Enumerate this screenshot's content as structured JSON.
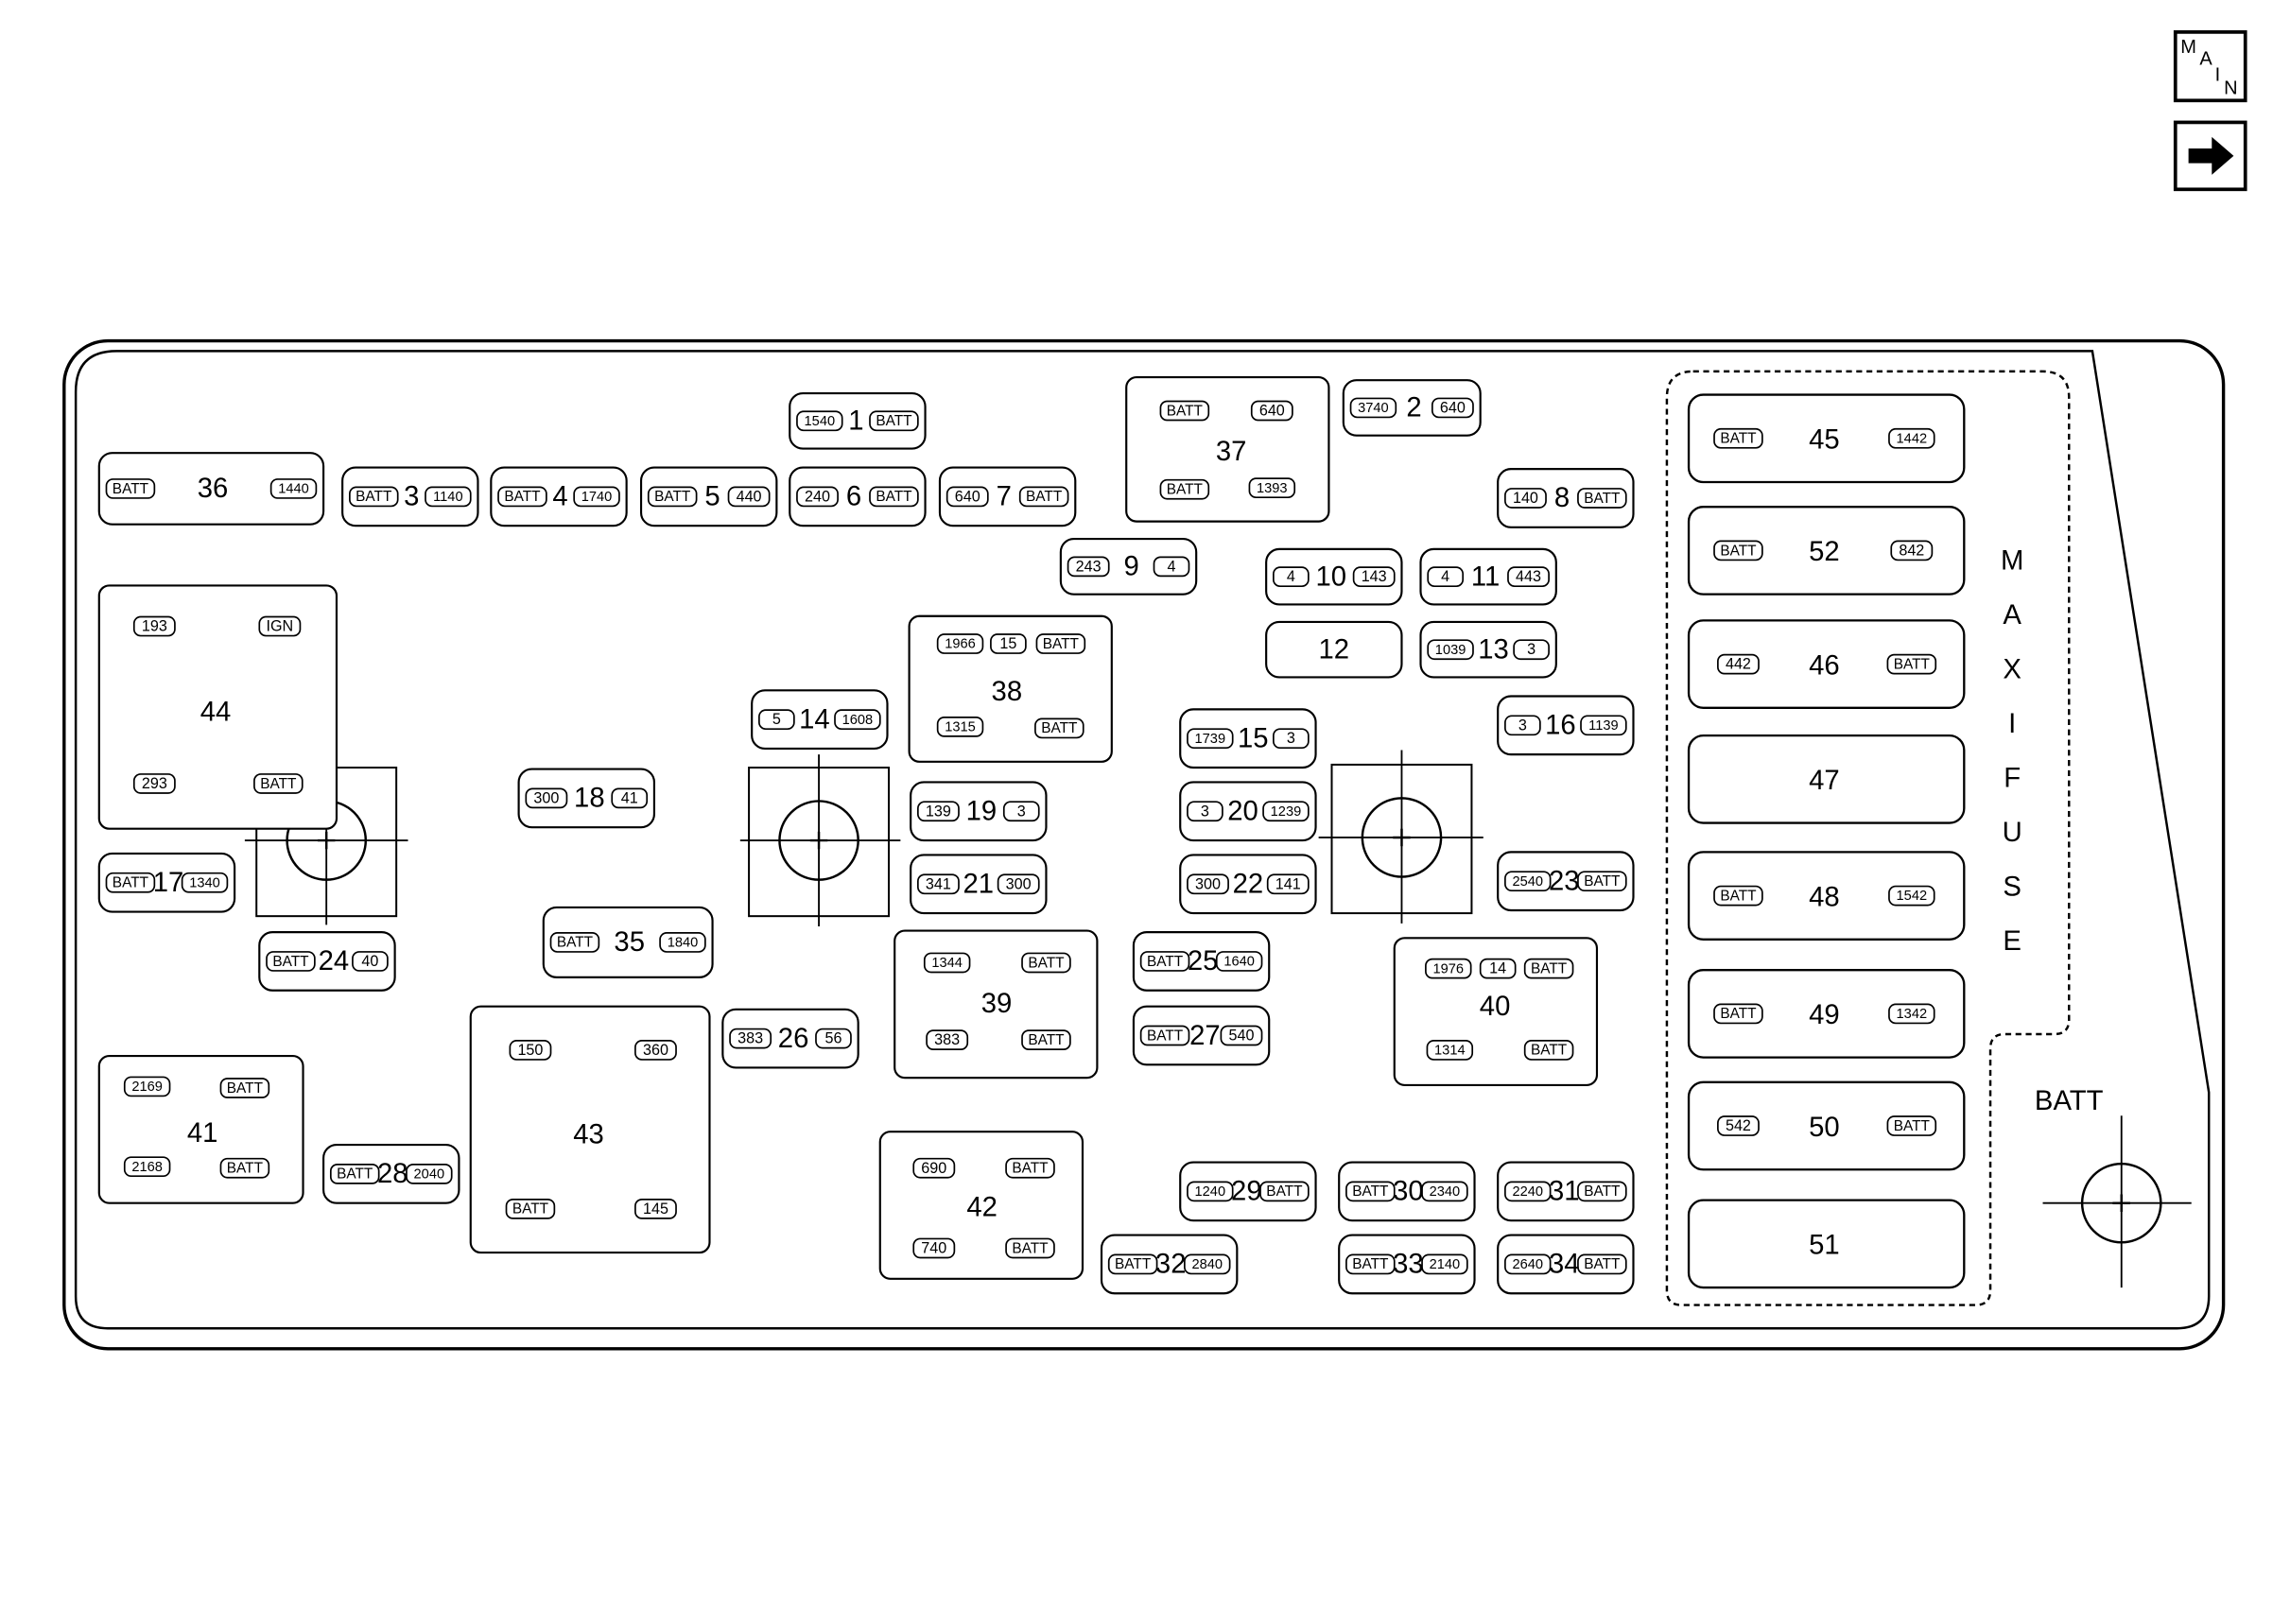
{
  "nav": {
    "main_letters": [
      "M",
      "A",
      "I",
      "N"
    ],
    "next_icon": "arrow-right-icon"
  },
  "maxi_fuse_label": [
    "M",
    "A",
    "X",
    "I",
    "F",
    "U",
    "S",
    "E"
  ],
  "batt_stud_label": "BATT",
  "fuses": [
    {
      "id": "1",
      "left": "1540",
      "right": "BATT"
    },
    {
      "id": "2",
      "left": "3740",
      "right": "640"
    },
    {
      "id": "3",
      "left": "BATT",
      "right": "1140"
    },
    {
      "id": "4",
      "left": "BATT",
      "right": "1740"
    },
    {
      "id": "5",
      "left": "BATT",
      "right": "440"
    },
    {
      "id": "6",
      "left": "240",
      "right": "BATT"
    },
    {
      "id": "7",
      "left": "640",
      "right": "BATT"
    },
    {
      "id": "8",
      "left": "140",
      "right": "BATT"
    },
    {
      "id": "9",
      "left": "243",
      "right": "4"
    },
    {
      "id": "10",
      "left": "4",
      "right": "143"
    },
    {
      "id": "11",
      "left": "4",
      "right": "443"
    },
    {
      "id": "13",
      "left": "1039",
      "right": "3"
    },
    {
      "id": "14",
      "left": "5",
      "right": "1608"
    },
    {
      "id": "15",
      "left": "1739",
      "right": "3"
    },
    {
      "id": "16",
      "left": "3",
      "right": "1139"
    },
    {
      "id": "17",
      "left": "BATT",
      "right": "1340"
    },
    {
      "id": "18",
      "left": "300",
      "right": "41"
    },
    {
      "id": "19",
      "left": "139",
      "right": "3"
    },
    {
      "id": "20",
      "left": "3",
      "right": "1239"
    },
    {
      "id": "21",
      "left": "341",
      "right": "300"
    },
    {
      "id": "22",
      "left": "300",
      "right": "141"
    },
    {
      "id": "23",
      "left": "2540",
      "right": "BATT"
    },
    {
      "id": "24",
      "left": "BATT",
      "right": "40"
    },
    {
      "id": "25",
      "left": "BATT",
      "right": "1640"
    },
    {
      "id": "26",
      "left": "383",
      "right": "56"
    },
    {
      "id": "27",
      "left": "BATT",
      "right": "540"
    },
    {
      "id": "28",
      "left": "BATT",
      "right": "2040"
    },
    {
      "id": "29",
      "left": "1240",
      "right": "BATT"
    },
    {
      "id": "30",
      "left": "BATT",
      "right": "2340"
    },
    {
      "id": "31",
      "left": "2240",
      "right": "BATT"
    },
    {
      "id": "32",
      "left": "BATT",
      "right": "2840"
    },
    {
      "id": "33",
      "left": "BATT",
      "right": "2140"
    },
    {
      "id": "34",
      "left": "2640",
      "right": "BATT"
    },
    {
      "id": "35",
      "left": "BATT",
      "right": "1840"
    },
    {
      "id": "36",
      "left": "BATT",
      "right": "1440"
    }
  ],
  "plain_fuses": [
    {
      "id": "12"
    }
  ],
  "relays": [
    {
      "id": "37",
      "pins": [
        "BATT",
        "640",
        "BATT",
        "1393"
      ]
    },
    {
      "id": "38",
      "pins": [
        "1966",
        "15",
        "BATT",
        "1315",
        "BATT"
      ]
    },
    {
      "id": "39",
      "pins": [
        "1344",
        "BATT",
        "383",
        "BATT"
      ]
    },
    {
      "id": "40",
      "pins": [
        "1976",
        "14",
        "BATT",
        "1314",
        "BATT"
      ]
    },
    {
      "id": "41",
      "pins": [
        "2169",
        "BATT",
        "2168",
        "BATT"
      ]
    },
    {
      "id": "42",
      "pins": [
        "690",
        "BATT",
        "740",
        "BATT"
      ]
    },
    {
      "id": "43",
      "pins": [
        "150",
        "360",
        "BATT",
        "145"
      ]
    },
    {
      "id": "44",
      "pins": [
        "193",
        "IGN",
        "293",
        "BATT"
      ]
    }
  ],
  "maxi_fuses": [
    {
      "id": "45",
      "left": "BATT",
      "right": "1442"
    },
    {
      "id": "52",
      "left": "BATT",
      "right": "842"
    },
    {
      "id": "46",
      "left": "442",
      "right": "BATT"
    },
    {
      "id": "47",
      "left": "",
      "right": ""
    },
    {
      "id": "48",
      "left": "BATT",
      "right": "1542"
    },
    {
      "id": "49",
      "left": "BATT",
      "right": "1342"
    },
    {
      "id": "50",
      "left": "542",
      "right": "BATT"
    },
    {
      "id": "51",
      "left": "",
      "right": ""
    }
  ]
}
